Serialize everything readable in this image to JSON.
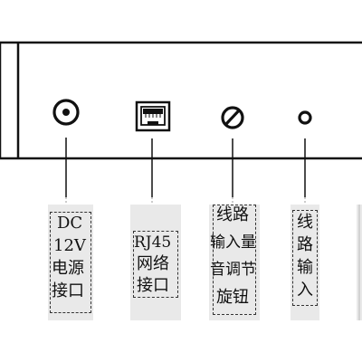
{
  "top_fragment": "",
  "labels": {
    "dc": {
      "lines": [
        "DC",
        "12V",
        "电源",
        "接口"
      ]
    },
    "rj45": {
      "lines": [
        "RJ45",
        "网络",
        "接口"
      ]
    },
    "volume": {
      "lines": [
        "线路",
        "输入量",
        "音调节",
        "旋钮"
      ]
    },
    "line_in": {
      "lines": [
        "线",
        "路",
        "输",
        "入"
      ]
    }
  },
  "colors": {
    "outline": "#111111",
    "label_fill": "#e9e9e9",
    "dash": "#333333"
  },
  "icons": {
    "dc": "dc-power-jack-icon",
    "rj45": "rj45-port-icon",
    "volume": "volume-knob-icon",
    "line_in": "line-in-jack-icon"
  }
}
